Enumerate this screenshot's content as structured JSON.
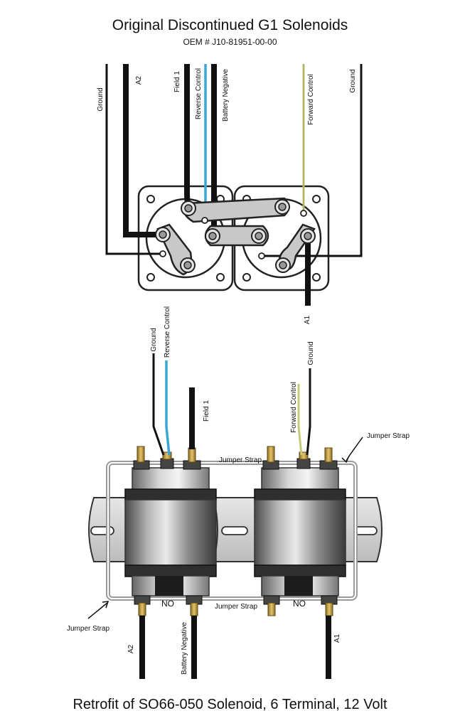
{
  "title": "Original Discontinued G1 Solenoids",
  "subtitle": "OEM # J10-81951-00-00",
  "footer_title": "Retrofit of SO66-050 Solenoid, 6 Terminal, 12 Volt",
  "top_wires": {
    "ground_left": "Ground",
    "a2": "A2",
    "field1": "Field 1",
    "reverse_control": "Reverse Control",
    "battery_negative": "Battery Negative",
    "forward_control": "Forward Control",
    "ground_right": "Ground",
    "a1": "A1"
  },
  "bottom_wires": {
    "ground_left": "Ground",
    "reverse_control": "Reverse Control",
    "field1": "Field 1",
    "forward_control": "Forward Control",
    "ground_right": "Ground",
    "a2": "A2",
    "battery_negative": "Battery Negative",
    "a1": "A1"
  },
  "bottom_labels": {
    "jumper_strap_top": "Jumper Strap",
    "jumper_strap_right": "Jumper Strap",
    "jumper_strap_bottom": "Jumper Strap",
    "jumper_strap_left": "Jumper Strap",
    "no_left": "NO",
    "no_right": "NO"
  },
  "colors": {
    "wire_black": "#111111",
    "wire_blue": "#3aa6d8",
    "wire_yellow": "#c8c87a",
    "metal_light": "#d9d9d9",
    "metal_mid": "#a8a8a8",
    "metal_dark": "#3a3a3a",
    "brass": "#c9a64a"
  }
}
